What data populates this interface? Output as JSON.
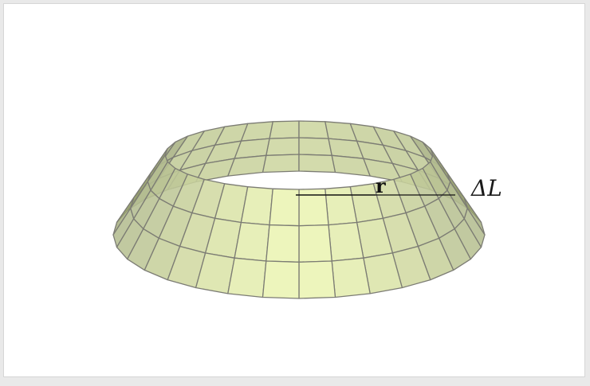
{
  "diagram": {
    "labels": {
      "radius": "r",
      "length": "ΔL"
    },
    "colors": {
      "background": "#ffffff",
      "frame_border": "#d6d6d6",
      "edge": "#7c7c74",
      "face_light": "#ecf5b4",
      "face_dark": "#aab38a",
      "inner_dark": "#8f9a5a",
      "line": "#111111"
    },
    "mesh": {
      "segments": 32,
      "rings": 3
    }
  }
}
